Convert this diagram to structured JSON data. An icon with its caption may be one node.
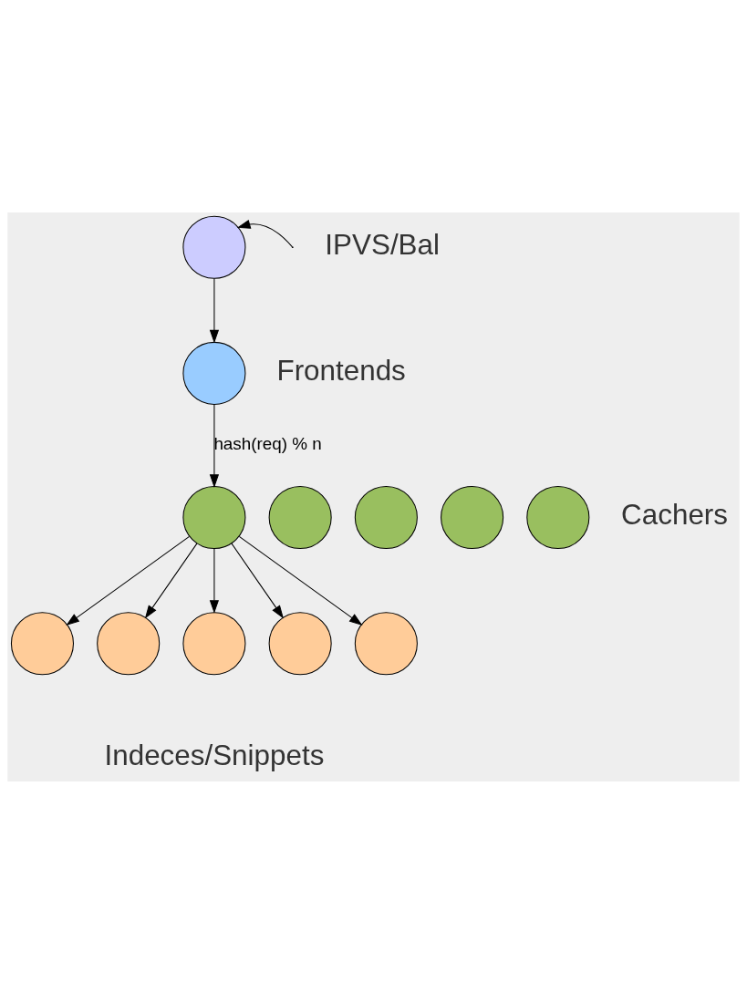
{
  "diagram": {
    "nodes": [
      {
        "text": [],
        "shape": "circle"
      },
      {
        "text": [],
        "shape": "circle"
      },
      {
        "text": [],
        "shape": "circle"
      },
      {
        "text": [],
        "shape": "circle"
      },
      {
        "text": [],
        "shape": "circle"
      },
      {
        "text": [],
        "shape": "circle"
      },
      {
        "text": [],
        "shape": "circle"
      },
      {
        "text": [],
        "shape": "circle"
      },
      {
        "text": [],
        "shape": "circle"
      },
      {
        "text": [],
        "shape": "circle"
      },
      {
        "text": [],
        "shape": "circle"
      },
      {
        "text": [],
        "shape": "circle"
      }
    ],
    "edges": [
      {
        "from": null,
        "to": 0,
        "arrow": "to"
      },
      {
        "from": 0,
        "to": 1,
        "arrow": "to"
      },
      {
        "from": 1,
        "to": 3,
        "arrow": "to",
        "label": "hash(req) % n"
      },
      {
        "from": 3,
        "to": 7,
        "arrow": "to"
      },
      {
        "from": 3,
        "to": 8,
        "arrow": "to"
      },
      {
        "from": 3,
        "to": 9,
        "arrow": "to"
      },
      {
        "from": 3,
        "to": 10,
        "arrow": "to"
      },
      {
        "from": 3,
        "to": 11,
        "arrow": "to"
      }
    ],
    "labels": [
      "IPVS/Bal",
      "Frontends",
      "Cachers",
      "Indeces/Snippets"
    ]
  }
}
